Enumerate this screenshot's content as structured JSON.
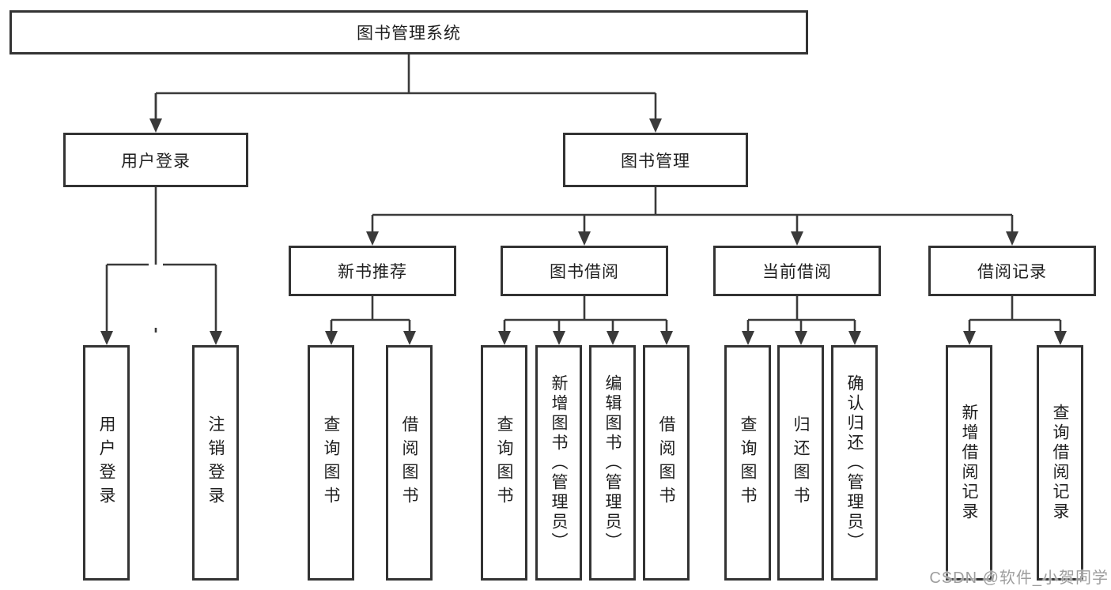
{
  "tree": {
    "root": {
      "label": "图书管理系统"
    },
    "children": [
      {
        "label": "用户登录",
        "children": [
          {
            "label": "用户登录"
          },
          {
            "label": "注销登录"
          }
        ]
      },
      {
        "label": "图书管理",
        "children": [
          {
            "label": "新书推荐",
            "children": [
              {
                "label": "查询图书"
              },
              {
                "label": "借阅图书"
              }
            ]
          },
          {
            "label": "图书借阅",
            "children": [
              {
                "label": "查询图书"
              },
              {
                "label": "新增图书（管理员）"
              },
              {
                "label": "编辑图书（管理员）"
              },
              {
                "label": "借阅图书"
              }
            ]
          },
          {
            "label": "当前借阅",
            "children": [
              {
                "label": "查询图书"
              },
              {
                "label": "归还图书"
              },
              {
                "label": "确认归还（管理员）"
              }
            ]
          },
          {
            "label": "借阅记录",
            "children": [
              {
                "label": "新增借阅记录"
              },
              {
                "label": "查询借阅记录"
              }
            ]
          }
        ]
      }
    ]
  },
  "watermark": {
    "text": "CSDN @软件_小贺同学"
  },
  "colors": {
    "line": "#3a3a3a",
    "border": "#333333",
    "text": "#1f1f1f",
    "background": "#ffffff",
    "watermark": "#9e9e9e"
  }
}
